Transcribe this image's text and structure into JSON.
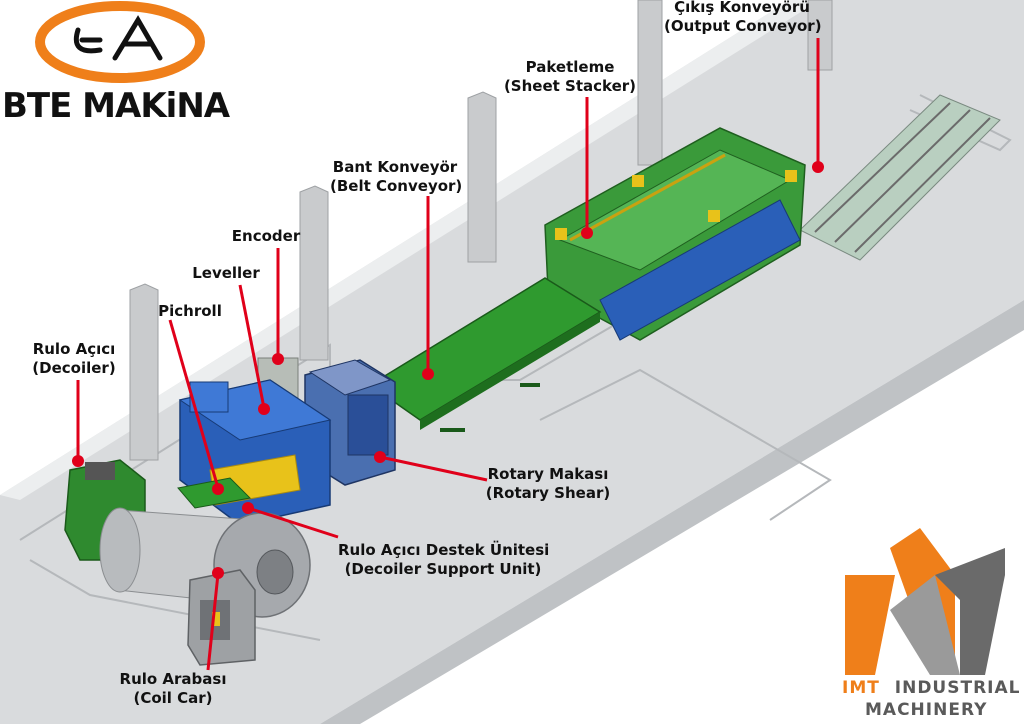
{
  "brand": {
    "bte_name": "BTE MAKiNA",
    "imt_mark": "IMT",
    "imt_word1": "INDUSTRIAL",
    "imt_word2": "MACHINERY"
  },
  "labels": {
    "decoiler": {
      "tr": "Rulo Açıcı",
      "en": "(Decoiler)"
    },
    "pichroll": {
      "tr": "Pichroll"
    },
    "leveller": {
      "tr": "Leveller"
    },
    "encoder": {
      "tr": "Encoder"
    },
    "belt_conveyor": {
      "tr": "Bant Konveyör",
      "en": "(Belt Conveyor)"
    },
    "sheet_stacker": {
      "tr": "Paketleme",
      "en": "(Sheet Stacker)"
    },
    "output_conveyor": {
      "tr": "Çıkış Konveyörü",
      "en": "(Output Conveyor)"
    },
    "rotary_shear": {
      "tr": "Rotary Makası",
      "en": "(Rotary Shear)"
    },
    "decoiler_support": {
      "tr": "Rulo Açıcı Destek Ünitesi",
      "en": "(Decoiler Support Unit)"
    },
    "coil_car": {
      "tr": "Rulo Arabası",
      "en": "(Coil Car)"
    }
  },
  "colors": {
    "leader": "#e0001a",
    "machine_green": "#2e8b2e",
    "machine_blue": "#2a5fb8",
    "machine_yellow": "#e8c21a",
    "floor": "#d4d6d8",
    "imt_orange": "#ef7f1a",
    "imt_gray": "#5a5a5a"
  }
}
